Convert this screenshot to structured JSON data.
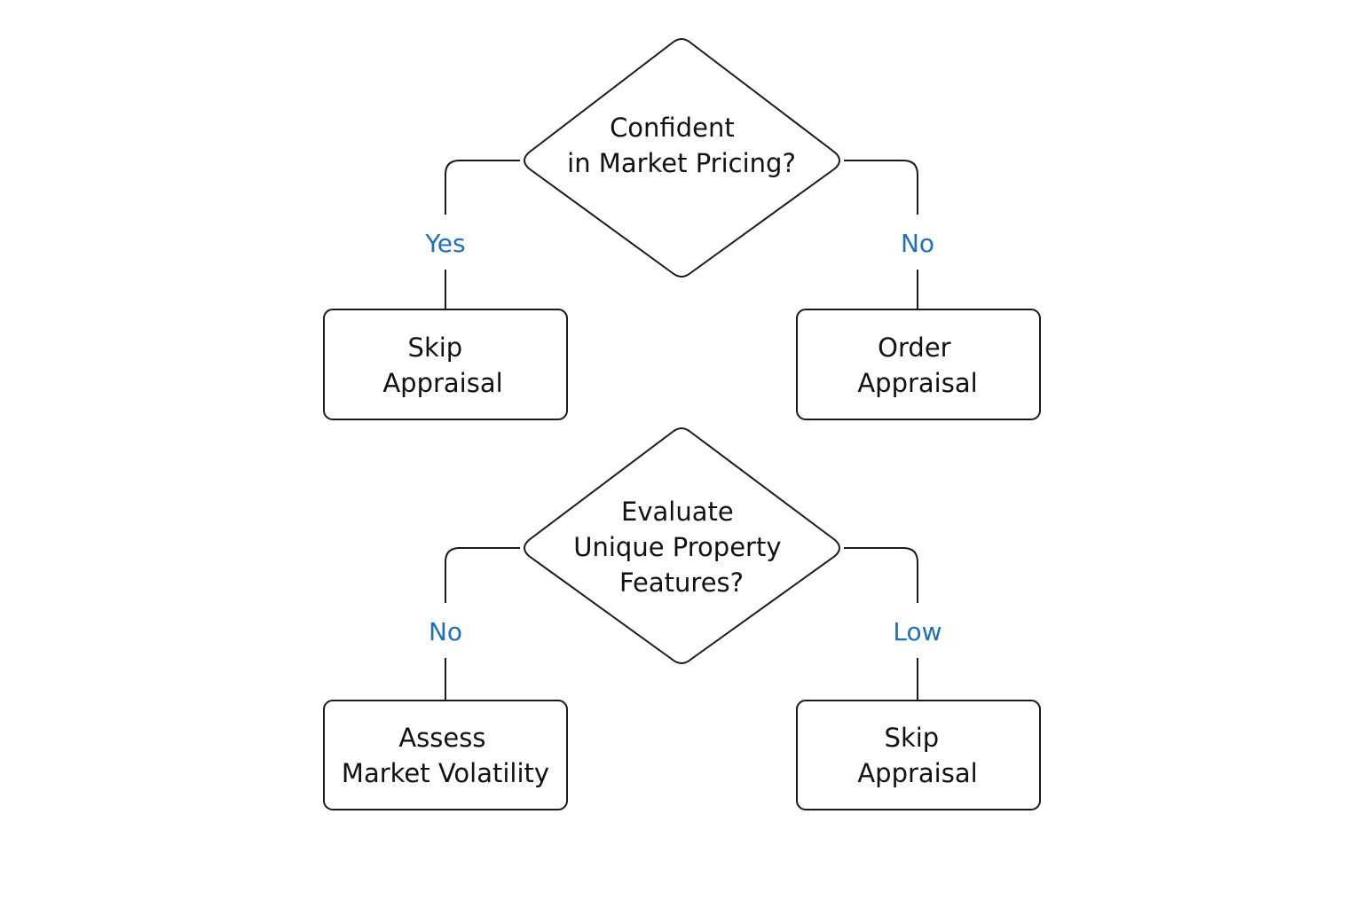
{
  "colors": {
    "edge_label": "#1f6fba",
    "stroke": "#1a1a1a",
    "node_text": "#111111",
    "background": "#ffffff"
  },
  "decision_1": {
    "lines": [
      "Confident",
      "in Market Pricing?"
    ],
    "yes_label": "Yes",
    "no_label": "No",
    "yes_node": [
      "Skip",
      "Appraisal"
    ],
    "no_node": [
      "Order",
      "Appraisal"
    ]
  },
  "decision_2": {
    "lines": [
      "Evaluate",
      "Unique Property",
      "Features?"
    ],
    "no_label": "No",
    "low_label": "Low",
    "no_node": [
      "Assess",
      "Market Volatility"
    ],
    "low_node": [
      "Skip",
      "Appraisal"
    ]
  }
}
